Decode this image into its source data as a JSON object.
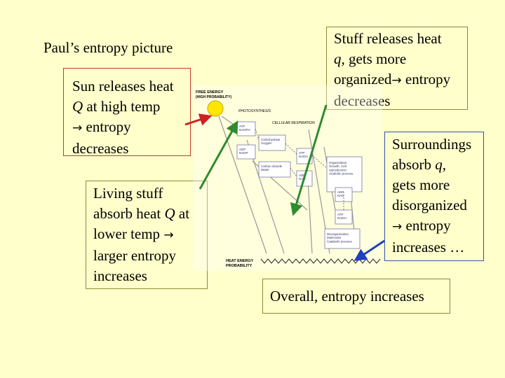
{
  "title": "Paul’s entropy picture",
  "boxes": {
    "sun": {
      "l1": "Sun releases heat",
      "l2_var": "Q",
      "l2_rest": " at high temp",
      "l3": "entropy",
      "l4": "decreases"
    },
    "living": {
      "l1": "Living stuff",
      "l2": "absorb heat ",
      "l2_var": "Q",
      "l2_rest": " at",
      "l3": "lower temp",
      "l4": "larger entropy",
      "l5": "increases"
    },
    "stuff": {
      "l1": "Stuff releases heat",
      "l2_var": "q",
      "l2_rest": ", gets more",
      "l3": "organized",
      "l3_rest": " entropy",
      "l4": "decreases"
    },
    "surroundings": {
      "l1": "Surroundings",
      "l2": "absorb ",
      "l2_var": "q",
      "l2_rest": ",",
      "l3": "gets more",
      "l4": "disorganized",
      "l5": " entropy",
      "l6": "increases …"
    },
    "overall": "Overall, entropy increases"
  },
  "arrow_symbol": "→",
  "diagram": {
    "free_energy": "FREE ENERGY",
    "free_energy2": "(HIGH PROBABILITY)",
    "photosynthesis": "PHOTOSYNTHESIS",
    "cellular": "CELLULAR RESPIRATION",
    "atp_nadph": "ATP\nNADPH",
    "adp": "ADP\nNADP",
    "carbohydrate": "Carbohydrate\nOxygen",
    "carbon_dioxide": "Carbon dioxide\nWater",
    "atp_nadh": "ATP\nNADH",
    "adp_nad": "ADP\nNAD",
    "organization": "Organization\nGrowth, Cell\nreproduction\nAnabolic process",
    "heat_energy": "HEAT ENERGY",
    "heat_energy2": "PROBABILITY",
    "disorganization": "Disorganization\nMolecules\nCatabolic process",
    "adp2": "ADP\nNAD",
    "atp2": "ATP\nNADH"
  },
  "colors": {
    "background": "#ffffcc",
    "red": "#cc2222",
    "green": "#2e8b2e",
    "blue": "#1f3fbf",
    "sun": "#ffe600"
  }
}
